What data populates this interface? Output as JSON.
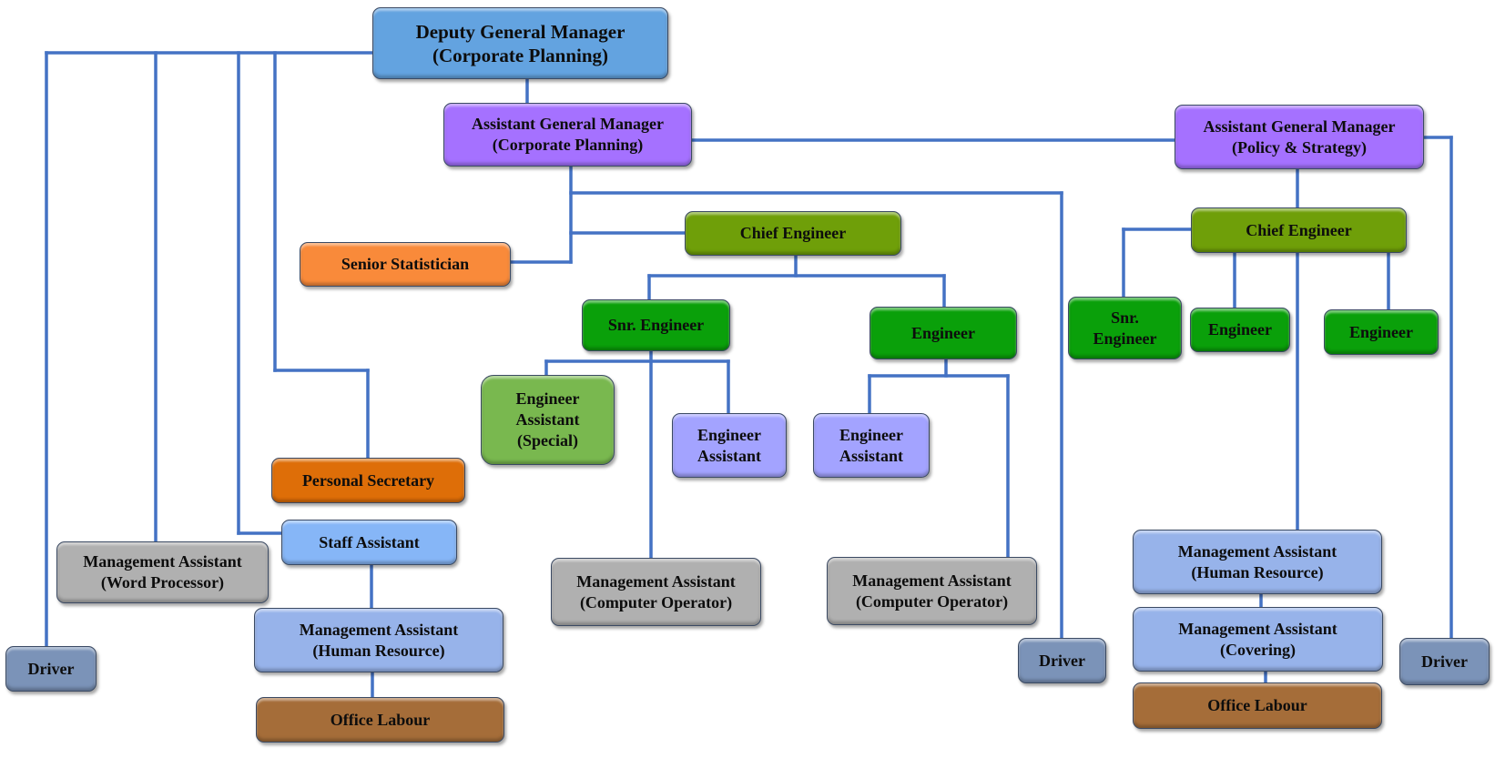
{
  "title": "Corporate Planning Organisation Chart",
  "colors": {
    "connector": "#4472c4"
  },
  "nodes": {
    "dgm": {
      "lines": [
        "Deputy General Manager",
        "(Corporate Planning)"
      ],
      "color": "#63a3e0"
    },
    "agm_cp": {
      "lines": [
        "Assistant General Manager",
        "(Corporate Planning)"
      ],
      "color": "#a571ff"
    },
    "agm_ps": {
      "lines": [
        "Assistant General Manager",
        "(Policy & Strategy)"
      ],
      "color": "#a571ff"
    },
    "senior_stat": {
      "lines": [
        "Senior Statistician"
      ],
      "color": "#f98a3a"
    },
    "chief_eng_cp": {
      "lines": [
        "Chief Engineer"
      ],
      "color": "#6f9f09"
    },
    "chief_eng_ps": {
      "lines": [
        "Chief Engineer"
      ],
      "color": "#6f9f09"
    },
    "snr_eng_cp": {
      "lines": [
        "Snr. Engineer"
      ],
      "color": "#0aa00a"
    },
    "eng_cp": {
      "lines": [
        "Engineer"
      ],
      "color": "#0aa00a"
    },
    "snr_eng_ps": {
      "lines": [
        "Snr.",
        "Engineer"
      ],
      "color": "#0aa00a"
    },
    "eng_ps_1": {
      "lines": [
        "Engineer"
      ],
      "color": "#0aa00a"
    },
    "eng_ps_2": {
      "lines": [
        "Engineer"
      ],
      "color": "#0aa00a"
    },
    "ea_special": {
      "lines": [
        "Engineer",
        "Assistant",
        "(Special)"
      ],
      "color": "#79b84f"
    },
    "ea_1": {
      "lines": [
        "Engineer",
        "Assistant"
      ],
      "color": "#a3a3ff"
    },
    "ea_2": {
      "lines": [
        "Engineer",
        "Assistant"
      ],
      "color": "#a3a3ff"
    },
    "personal_sec": {
      "lines": [
        "Personal Secretary"
      ],
      "color": "#de6e08"
    },
    "staff_asst": {
      "lines": [
        "Staff Assistant"
      ],
      "color": "#86b6f7"
    },
    "ma_wp": {
      "lines": [
        "Management Assistant",
        "(Word Processor)"
      ],
      "color": "#b0b0b0"
    },
    "ma_hr_left": {
      "lines": [
        "Management Assistant",
        "(Human Resource)"
      ],
      "color": "#97b3ea"
    },
    "office_labour_left": {
      "lines": [
        "Office Labour"
      ],
      "color": "#a56d39"
    },
    "driver_left": {
      "lines": [
        "Driver"
      ],
      "color": "#7b93b8"
    },
    "ma_co_1": {
      "lines": [
        "Management Assistant",
        "(Computer Operator)"
      ],
      "color": "#b0b0b0"
    },
    "ma_co_2": {
      "lines": [
        "Management Assistant",
        "(Computer Operator)"
      ],
      "color": "#b0b0b0"
    },
    "driver_mid": {
      "lines": [
        "Driver"
      ],
      "color": "#7b93b8"
    },
    "ma_hr_right": {
      "lines": [
        "Management Assistant",
        "(Human Resource)"
      ],
      "color": "#97b3ea"
    },
    "ma_covering": {
      "lines": [
        "Management Assistant",
        "(Covering)"
      ],
      "color": "#97b3ea"
    },
    "office_labour_right": {
      "lines": [
        "Office Labour"
      ],
      "color": "#a56d39"
    },
    "driver_right": {
      "lines": [
        "Driver"
      ],
      "color": "#7b93b8"
    }
  },
  "edges": [
    [
      "dgm",
      "agm_cp"
    ],
    [
      "dgm",
      "driver_left"
    ],
    [
      "dgm",
      "ma_wp"
    ],
    [
      "dgm",
      "staff_asst"
    ],
    [
      "dgm",
      "personal_sec"
    ],
    [
      "agm_cp",
      "agm_ps"
    ],
    [
      "agm_cp",
      "senior_stat"
    ],
    [
      "agm_cp",
      "chief_eng_cp"
    ],
    [
      "agm_cp",
      "driver_mid"
    ],
    [
      "chief_eng_cp",
      "snr_eng_cp"
    ],
    [
      "chief_eng_cp",
      "eng_cp"
    ],
    [
      "snr_eng_cp",
      "ea_special"
    ],
    [
      "snr_eng_cp",
      "ea_1"
    ],
    [
      "snr_eng_cp",
      "ma_co_1"
    ],
    [
      "eng_cp",
      "ea_2"
    ],
    [
      "eng_cp",
      "ma_co_2"
    ],
    [
      "staff_asst",
      "ma_hr_left"
    ],
    [
      "ma_hr_left",
      "office_labour_left"
    ],
    [
      "agm_ps",
      "chief_eng_ps"
    ],
    [
      "agm_ps",
      "driver_right"
    ],
    [
      "chief_eng_ps",
      "snr_eng_ps"
    ],
    [
      "chief_eng_ps",
      "eng_ps_1"
    ],
    [
      "chief_eng_ps",
      "eng_ps_2"
    ],
    [
      "chief_eng_ps",
      "ma_hr_right"
    ],
    [
      "ma_hr_right",
      "ma_covering"
    ],
    [
      "ma_covering",
      "office_labour_right"
    ]
  ]
}
